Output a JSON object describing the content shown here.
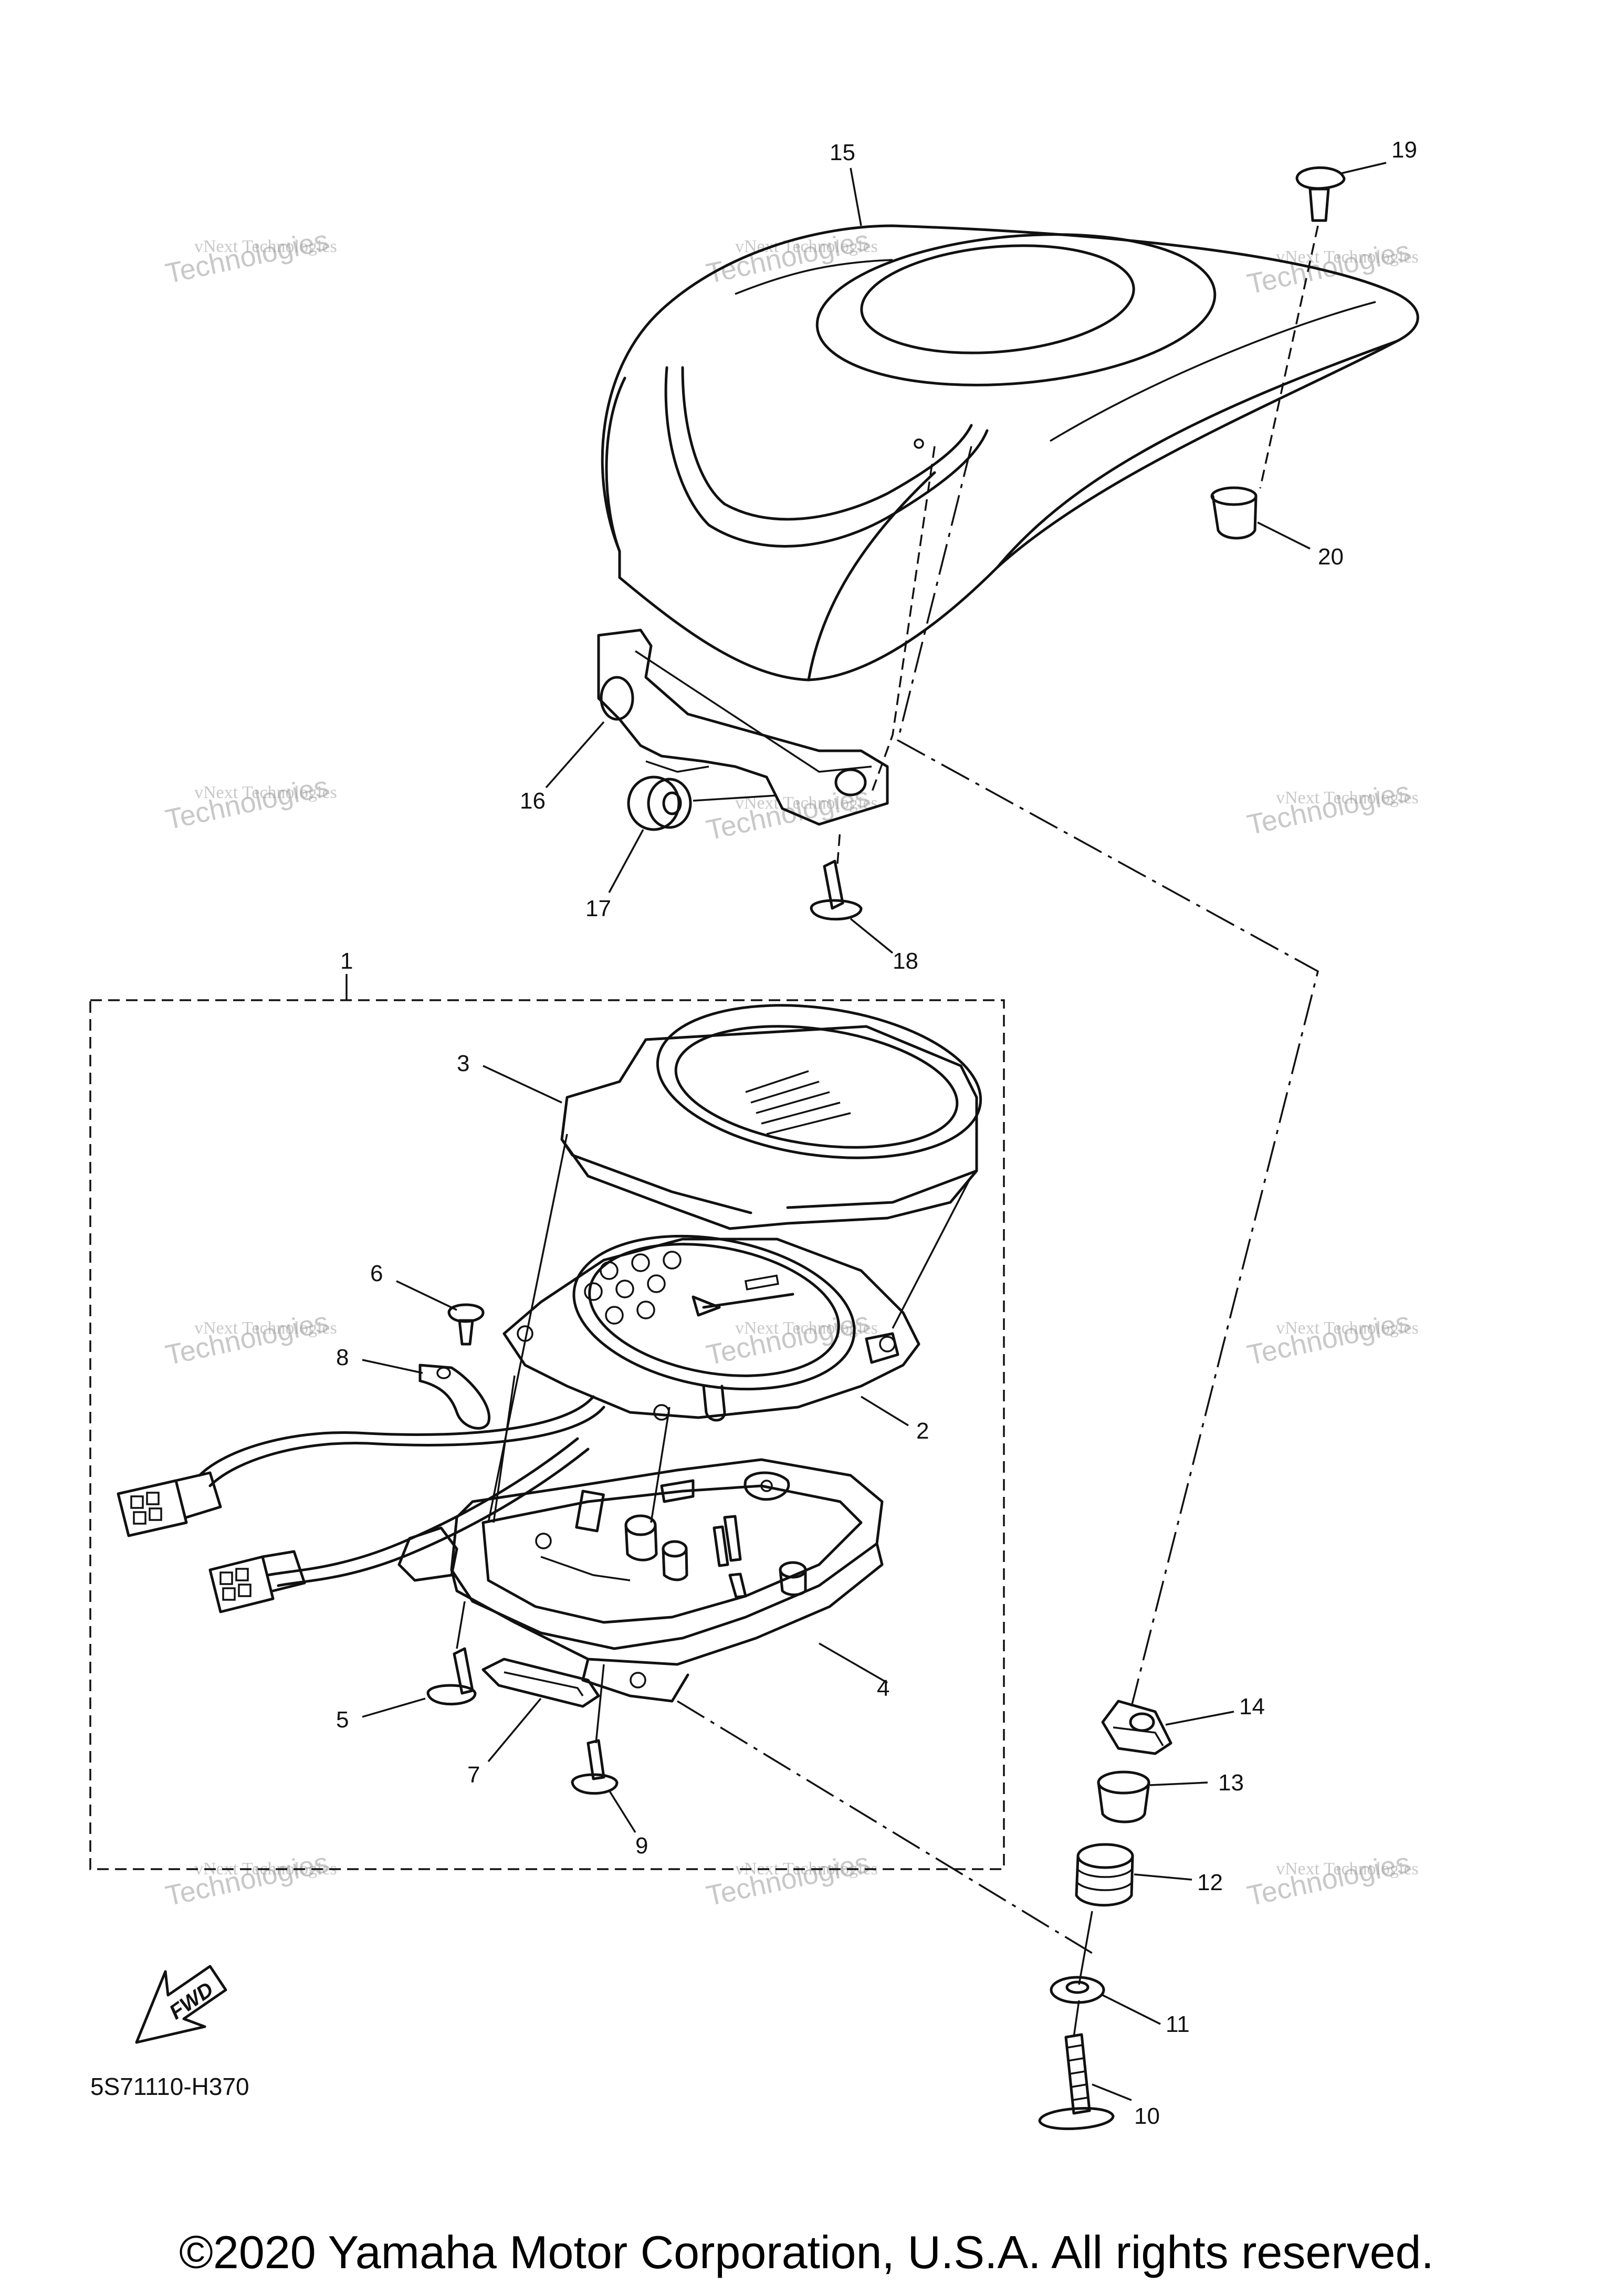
{
  "callouts": {
    "c1": "1",
    "c2": "2",
    "c3": "3",
    "c4": "4",
    "c5": "5",
    "c6": "6",
    "c7": "7",
    "c8": "8",
    "c9": "9",
    "c10": "10",
    "c11": "11",
    "c12": "12",
    "c13": "13",
    "c14": "14",
    "c15": "15",
    "c16": "16",
    "c17": "17",
    "c18": "18",
    "c19": "19",
    "c20": "20"
  },
  "watermark": {
    "line1": "vNext Technologies",
    "line2": "Technologies"
  },
  "fwd_label": "FWD",
  "diagram_code": "5S71110-H370",
  "copyright": "©2020 Yamaha Motor Corporation, U.S.A. All rights reserved."
}
